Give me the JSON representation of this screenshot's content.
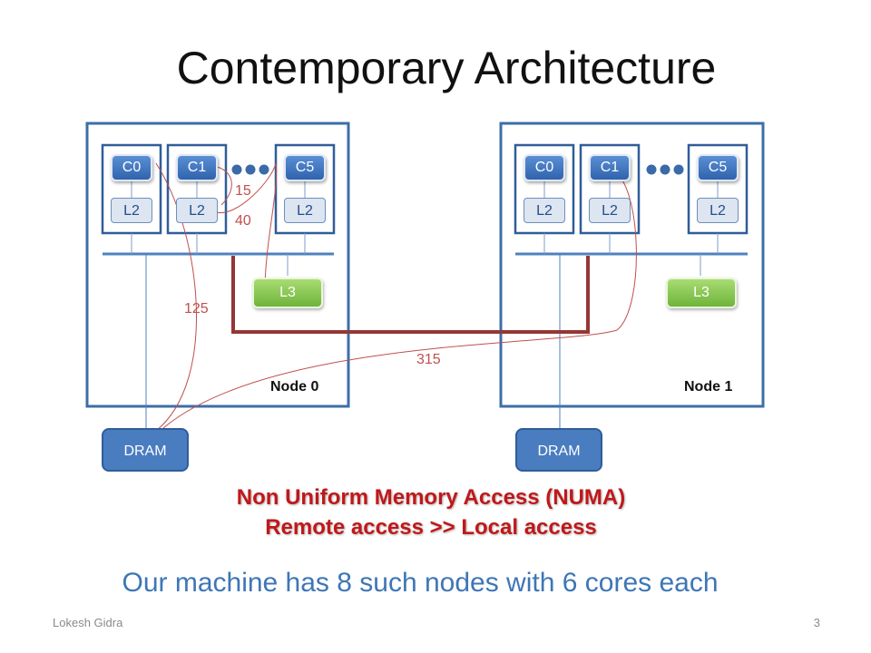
{
  "slide": {
    "title": "Contemporary Architecture",
    "footer_author": "Lokesh Gidra",
    "page_number": "3"
  },
  "node0": {
    "label": "Node 0",
    "cores": [
      {
        "core": "C0",
        "cache": "L2"
      },
      {
        "core": "C1",
        "cache": "L2"
      },
      {
        "core": "C5",
        "cache": "L2"
      }
    ],
    "l3": "L3",
    "dram": "DRAM"
  },
  "node1": {
    "label": "Node 1",
    "cores": [
      {
        "core": "C0",
        "cache": "L2"
      },
      {
        "core": "C1",
        "cache": "L2"
      },
      {
        "core": "C5",
        "cache": "L2"
      }
    ],
    "l3": "L3",
    "dram": "DRAM"
  },
  "latencies": {
    "l2": "15",
    "l3": "40",
    "local_dram": "125",
    "remote_dram": "315"
  },
  "numa": {
    "line1": "Non Uniform Memory Access (NUMA)",
    "line2": "Remote access >> Local access"
  },
  "machine_note": "Our machine has 8 such nodes with 6 cores each",
  "colors": {
    "node_border": "#3c6ea8",
    "bus": "#4f81bd",
    "interconnect": "#953735",
    "latency_curve": "#c0504d",
    "numa_text": "#c0181a",
    "core_fill": "#2f63ad",
    "l3_fill": "#6eb43a"
  }
}
